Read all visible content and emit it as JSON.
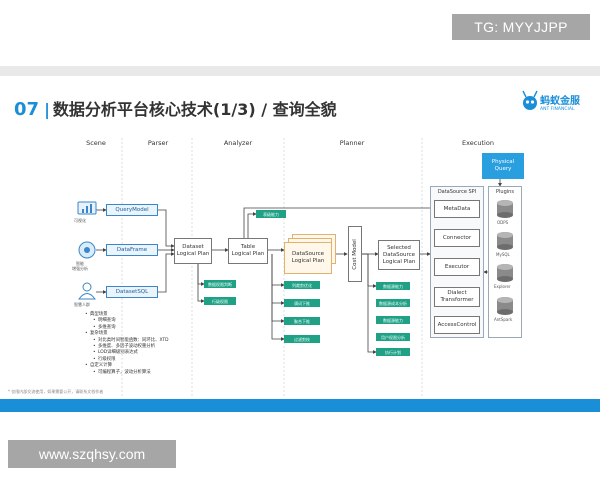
{
  "watermark_top": "TG: MYYJJPP",
  "watermark_bottom": "www.szqhsy.com",
  "slide": {
    "number": "07",
    "title": "数据分析平台核心技术(1/3) / 查询全貌",
    "logo_text": "蚂蚁金服",
    "logo_subtext": "ANT FINANCIAL",
    "footnote": "* 仅限内部交流使用，如果需要公开，请联系文档作者"
  },
  "stages": [
    "Scene",
    "Parser",
    "Analyzer",
    "Planner",
    "Execution"
  ],
  "scenes": [
    "可视化",
    "智能\n增强分析",
    "智慧人群"
  ],
  "parsers": [
    "QueryModel",
    "DataFrame",
    "DatasetSQL"
  ],
  "logical_plans": {
    "dataset": "Dataset\nLogical Plan",
    "table": "Table\nLogical Plan",
    "datasource": "DataSource\nLogical Plan",
    "cost_model": "Cost Model",
    "selected": "Selected\nDataSource\nLogical Plan"
  },
  "rules": {
    "dataset": [
      "数据权限判断",
      "行级权限"
    ],
    "table": [
      "表级能力"
    ],
    "datasource": [
      "列裁剪优化",
      "谓词下推",
      "聚合下推",
      "过滤剪枝"
    ],
    "selected": [
      "数据源能力",
      "数据源成本分析",
      "数据源能力",
      "用户权限分析",
      "执行计划"
    ]
  },
  "execution": {
    "physical_query": "Physical\nQuery",
    "spi_title": "DataSource SPI",
    "spi": [
      "MetaData",
      "Connector",
      "Executor",
      "Dialect\nTransformer",
      "AccessControl"
    ],
    "plugins_title": "Plugins",
    "plugins": [
      "ODPS",
      "MySQL",
      "Explorer",
      "AntSpark"
    ]
  },
  "notes": [
    {
      "level": 0,
      "text": "典型场景"
    },
    {
      "level": 1,
      "text": "明细查询"
    },
    {
      "level": 1,
      "text": "多维查询"
    },
    {
      "level": 0,
      "text": "复杂场景"
    },
    {
      "level": 1,
      "text": "对比类时间智能函数：同环比、XTD"
    },
    {
      "level": 1,
      "text": "多维度、多因子波动权重分析"
    },
    {
      "level": 1,
      "text": "LOD详细级别表达式"
    },
    {
      "level": 1,
      "text": "行级权限"
    },
    {
      "level": 0,
      "text": "自定义计算"
    },
    {
      "level": 1,
      "text": "可编程算子，波动分析算法"
    }
  ],
  "colors": {
    "accent": "#1a8fd8",
    "node_blue": "#3a86c8",
    "rule_teal": "#20a085"
  }
}
